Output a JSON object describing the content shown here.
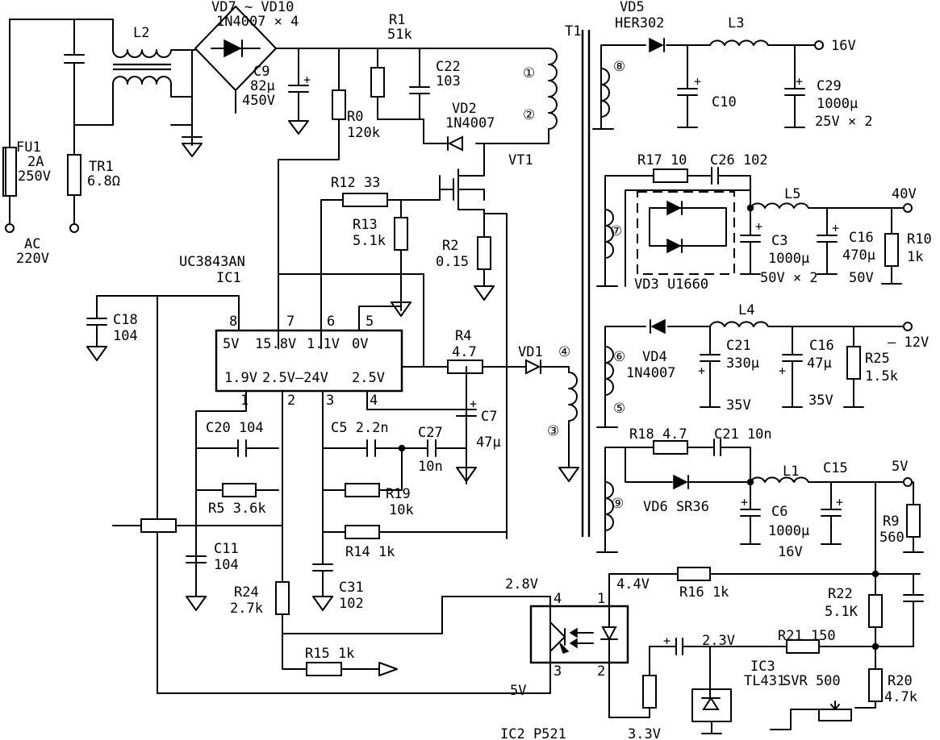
{
  "input": {
    "fuse": "FU1",
    "fuse_rating": "2A",
    "fuse_voltage": "250V",
    "ac": "AC",
    "ac_voltage": "220V",
    "tr1": "TR1",
    "tr1_value": "6.8Ω",
    "l2": "L2"
  },
  "bridge": {
    "name": "VD7 ~ VD10",
    "part": "1N4007 × 4"
  },
  "c9": {
    "name": "C9",
    "value": "82μ",
    "voltage": "450V"
  },
  "r1": {
    "name": "R1",
    "value": "51k"
  },
  "c22": {
    "name": "C22",
    "value": "103"
  },
  "r0": {
    "name": "R0",
    "value": "120k"
  },
  "vd2": {
    "name": "VD2",
    "part": "1N4007"
  },
  "vt1": "VT1",
  "t1": "T1",
  "pins": {
    "p1": "①",
    "p2": "②",
    "p3": "③",
    "p4": "④",
    "p5": "⑤",
    "p6": "⑥",
    "p7": "⑦",
    "p8": "⑧",
    "p9": "⑨"
  },
  "r12": "R12 33",
  "r13": {
    "name": "R13",
    "value": "5.1k"
  },
  "r2": {
    "name": "R2",
    "value": "0.15"
  },
  "ic1": {
    "part": "UC3843AN",
    "name": "IC1",
    "top_pins": [
      "8",
      "7",
      "6",
      "5"
    ],
    "top_volts": [
      "5V",
      "15.8V",
      "1.1V",
      "0V"
    ],
    "bottom_volts": [
      "1.9V",
      "2.5V–24V",
      "2.5V"
    ],
    "bottom_pins": [
      "1",
      "2",
      "3",
      "4"
    ]
  },
  "c18": {
    "name": "C18",
    "value": "104"
  },
  "r4": {
    "name": "R4",
    "value": "4.7"
  },
  "vd1": "VD1",
  "c7": {
    "name": "C7",
    "value": "47μ"
  },
  "c20": "C20 104",
  "c5": "C5 2.2n",
  "c27": {
    "name": "C27",
    "value": "10n"
  },
  "r5": "R5 3.6k",
  "r19": {
    "name": "R19",
    "value": "10k"
  },
  "r14": "R14 1k",
  "c11": {
    "name": "C11",
    "value": "104"
  },
  "c31": {
    "name": "C31",
    "value": "102"
  },
  "r24": {
    "name": "R24",
    "value": "2.7k"
  },
  "r15": "R15 1k",
  "out16": {
    "diode": "VD5",
    "diode_part": "HER302",
    "inductor": "L3",
    "c10": "C10",
    "c29": "C29",
    "c29_value": "1000μ",
    "c29_volt": "25V × 2",
    "voltage": "16V"
  },
  "out40": {
    "r17": "R17 10",
    "c26": "C26 102",
    "inductor": "L5",
    "voltage": "40V",
    "c3": "C3",
    "c3_value": "1000μ",
    "c3_volt": "50V × 2",
    "c16": "C16",
    "c16_value": "470μ",
    "c16_volt": "50V",
    "r10": "R10",
    "r10_value": "1k",
    "diodes": "VD3 U1660"
  },
  "out12": {
    "inductor": "L4",
    "voltage": "– 12V",
    "diode": "VD4",
    "diode_part": "1N4007",
    "c21": "C21",
    "c21_value": "330μ",
    "c21_volt": "35V",
    "c16": "C16",
    "c16_value": "47μ",
    "c16_volt": "35V",
    "r25": "R25",
    "r25_value": "1.5k"
  },
  "out5": {
    "r18": "R18 4.7",
    "c21": "C21 10n",
    "inductor": "L1",
    "c15": "C15",
    "voltage": "5V",
    "diode": "VD6 SR36",
    "c6": "C6",
    "c6_value": "1000μ",
    "c6_volt": "16V",
    "r9": "R9",
    "r9_value": "560"
  },
  "feedback": {
    "v28": "2.8V",
    "pin4": "4",
    "pin1": "1",
    "pin3": "3",
    "pin2": "2",
    "v44": "4.4V",
    "r16": "R16 1k",
    "r22": "R22",
    "r22_value": "5.1K",
    "v23": "2.3V",
    "r21": "R21 150",
    "ic3": "IC3",
    "ic3_part": "TL431",
    "svr": "SVR 500",
    "r20": "R20",
    "r20_value": "4.7k",
    "v5": "5V",
    "ic2": "IC2 P521",
    "v33": "3.3V",
    "plus": "+"
  }
}
